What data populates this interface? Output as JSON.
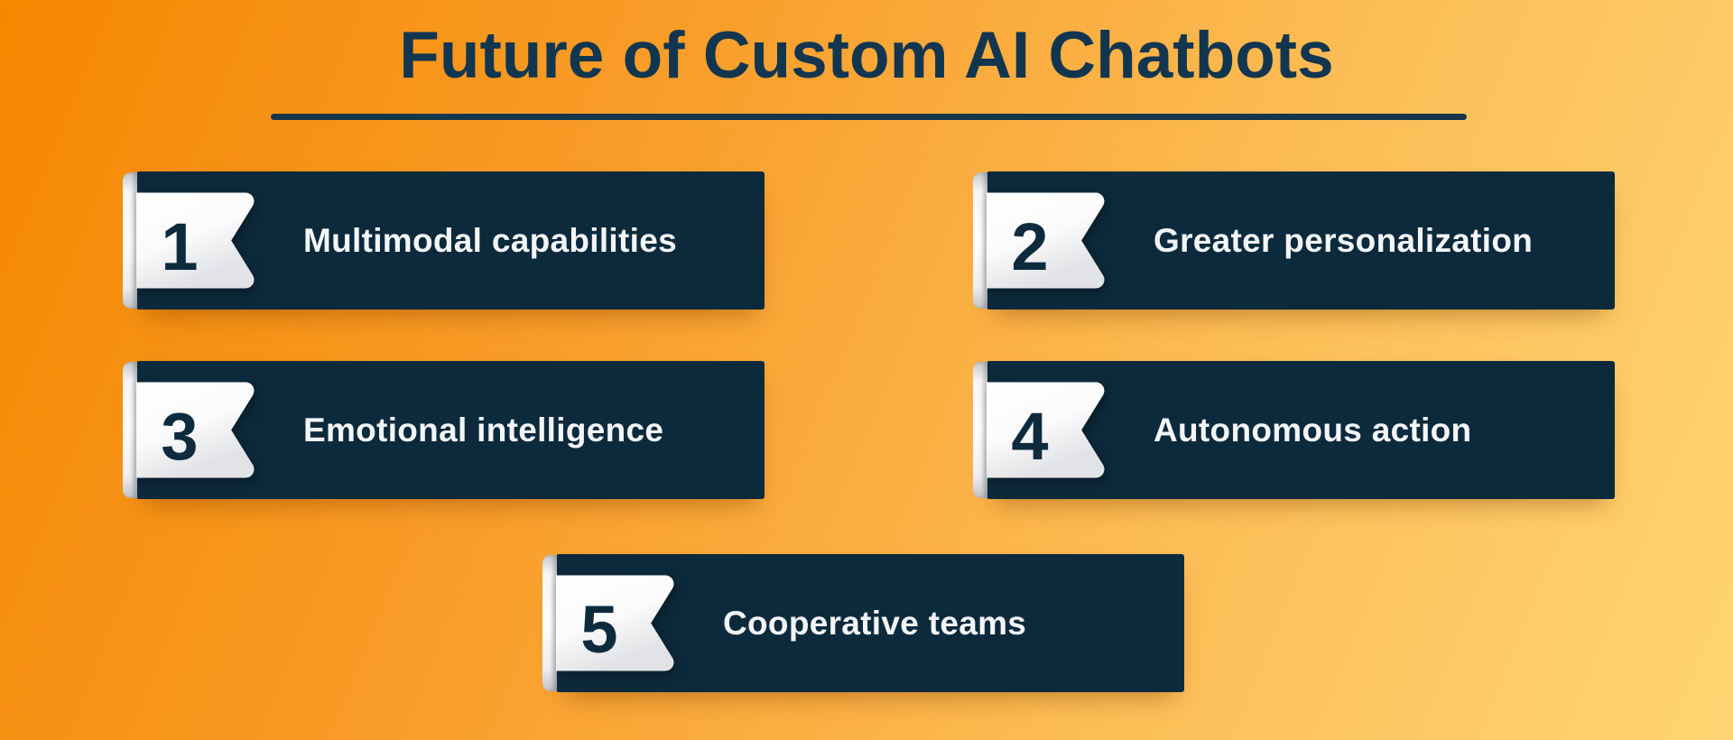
{
  "title": "Future of Custom AI Chatbots",
  "items": [
    {
      "number": "1",
      "label": "Multimodal capabilities"
    },
    {
      "number": "2",
      "label": "Greater personalization"
    },
    {
      "number": "3",
      "label": "Emotional intelligence"
    },
    {
      "number": "4",
      "label": "Autonomous action"
    },
    {
      "number": "5",
      "label": "Cooperative teams"
    }
  ],
  "colors": {
    "background_gradient_start": "#f58700",
    "background_gradient_end": "#ffd573",
    "card_navy": "#0d2a3c",
    "title_navy": "#133650",
    "underline_navy": "#16364c",
    "ribbon_white": "#ffffff",
    "label_text": "#f3f6f8"
  }
}
